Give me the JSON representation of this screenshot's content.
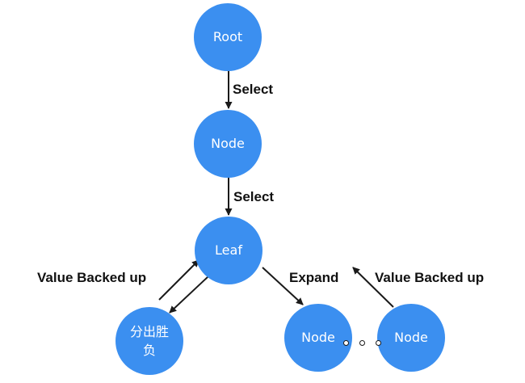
{
  "theme": {
    "node_color": "#3b8ff0",
    "arrow_color": "#1a1a1a",
    "text_color": "#ffffff",
    "label_color": "#111111"
  },
  "nodes": {
    "root": {
      "label": "Root"
    },
    "node_mid": {
      "label": "Node"
    },
    "leaf": {
      "label": "Leaf"
    },
    "outcome": {
      "label": "分出胜\n负"
    },
    "expand_node": {
      "label": "Node"
    },
    "expand_node_2": {
      "label": "Node"
    }
  },
  "edges": {
    "select_1": {
      "label": "Select"
    },
    "select_2": {
      "label": "Select"
    },
    "backup_left": {
      "label": "Value Backed up"
    },
    "expand": {
      "label": "Expand"
    },
    "backup_right": {
      "label": "Value Backed up"
    }
  },
  "ellipsis": {
    "icon": "dots-ellipsis"
  }
}
